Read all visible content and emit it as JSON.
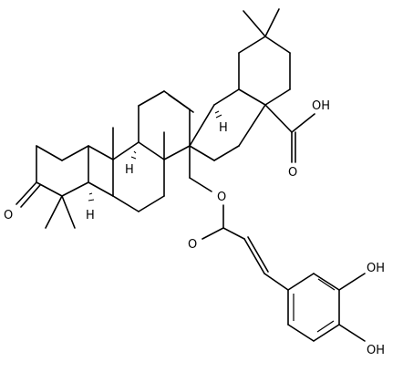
{
  "labels": {
    "acid_oh": "OH",
    "acid_o": "O",
    "ketone_o": "O",
    "ester_o": "O",
    "carbonyl_o": "O",
    "phenol_oh_1": "OH",
    "phenol_oh_2": "OH",
    "h_c18": "H",
    "h_c9": "H",
    "h_c5": "H"
  }
}
